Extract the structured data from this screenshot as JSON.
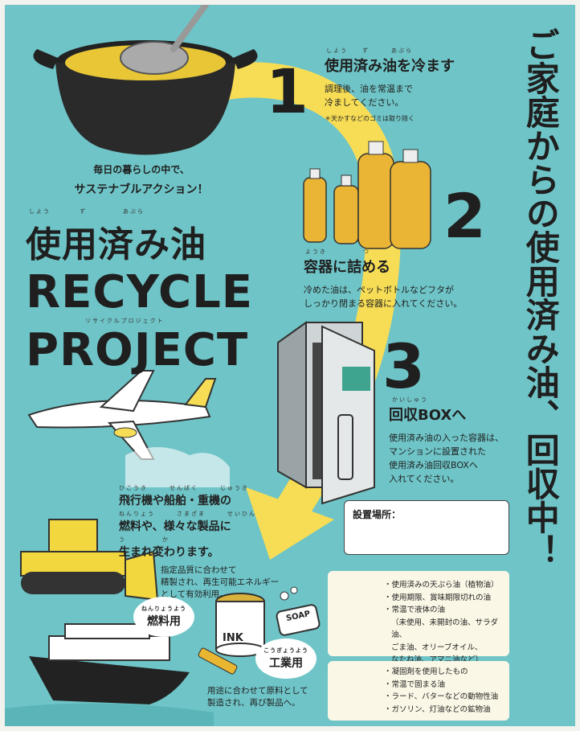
{
  "step1": {
    "number": "1",
    "ruby": "しよう　　ず　　　あぶら",
    "title": "使用済み油を冷ます",
    "body": "調理後、油を常温まで\n冷ましてください。",
    "note": "＊天かすなどのゴミは取り除く"
  },
  "step2": {
    "number": "2",
    "ruby": "ようき　　　　　つ",
    "title": "容器に詰める",
    "body": "冷めた油は、ペットボトルなどフタが\nしっかり閉まる容器に入れてください。"
  },
  "step3": {
    "number": "3",
    "ruby": "かいしゅう",
    "title": "回収BOXへ",
    "body": "使用済み油の入った容器は、\nマンションに設置された\n使用済み油回収BOXへ\n入れてください。"
  },
  "tagline": {
    "line1": "毎日の暮らしの中で、",
    "line2": "サステナブルアクション！"
  },
  "main_title": {
    "ruby": "しよう　　　　ず　　　　　あぶら",
    "jp": "使用済み油",
    "en1": "RECYCLE",
    "ruby_en": "リサイクルプロジェクト",
    "en2": "PROJECT"
  },
  "vertical_headline": {
    "text": "ご家庭からの使用済み油、回収中！"
  },
  "uses": {
    "ruby1": "ひこうき　　　せんぱく　　　じゅうき",
    "line1": "飛行機や船舶・重機の",
    "ruby2": "ねんりょう　　　さまざま　　　せいひん",
    "line2": "燃料や、様々な製品に",
    "ruby3": "う　　　　　か",
    "line3": "生まれ変わります。"
  },
  "fuel": {
    "description": "指定品質に合わせて\n精製され、再生可能エネルギー\nとして有効利用。",
    "ruby": "ねんりょうよう",
    "label": "燃料用"
  },
  "industrial": {
    "ruby": "こうぎょうよう",
    "label": "工業用",
    "description": "用途に合わせて原料として\n製造され、再び製品へ。",
    "soap_label": "SOAP",
    "ink_label": "INK"
  },
  "location_box": {
    "label": "設置場所："
  },
  "ok_list": {
    "mark": "○",
    "items": [
      "使用済みの天ぷら油（植物油）",
      "使用期限、賞味期限切れの油",
      "常温で液体の油"
    ],
    "sub_items": [
      "（未使用、未開封の油、サラダ油、",
      "ごま油、オリーブオイル、",
      "なたね油、アマニ油など）"
    ]
  },
  "ng_list": {
    "mark": "×",
    "items": [
      "凝固剤を使用したもの",
      "常温で固まる油",
      "ラード、バターなどの動物性油",
      "ガソリン、灯油などの鉱物油"
    ]
  },
  "colors": {
    "background": "#6fc4c7",
    "arrow": "#f7dd55",
    "oil": "#e9b632",
    "ok_circle": "#e08a4e",
    "ng_cross": "#2d6fb7",
    "box_bg": "#fbf7e6",
    "text": "#1f1f1f"
  }
}
